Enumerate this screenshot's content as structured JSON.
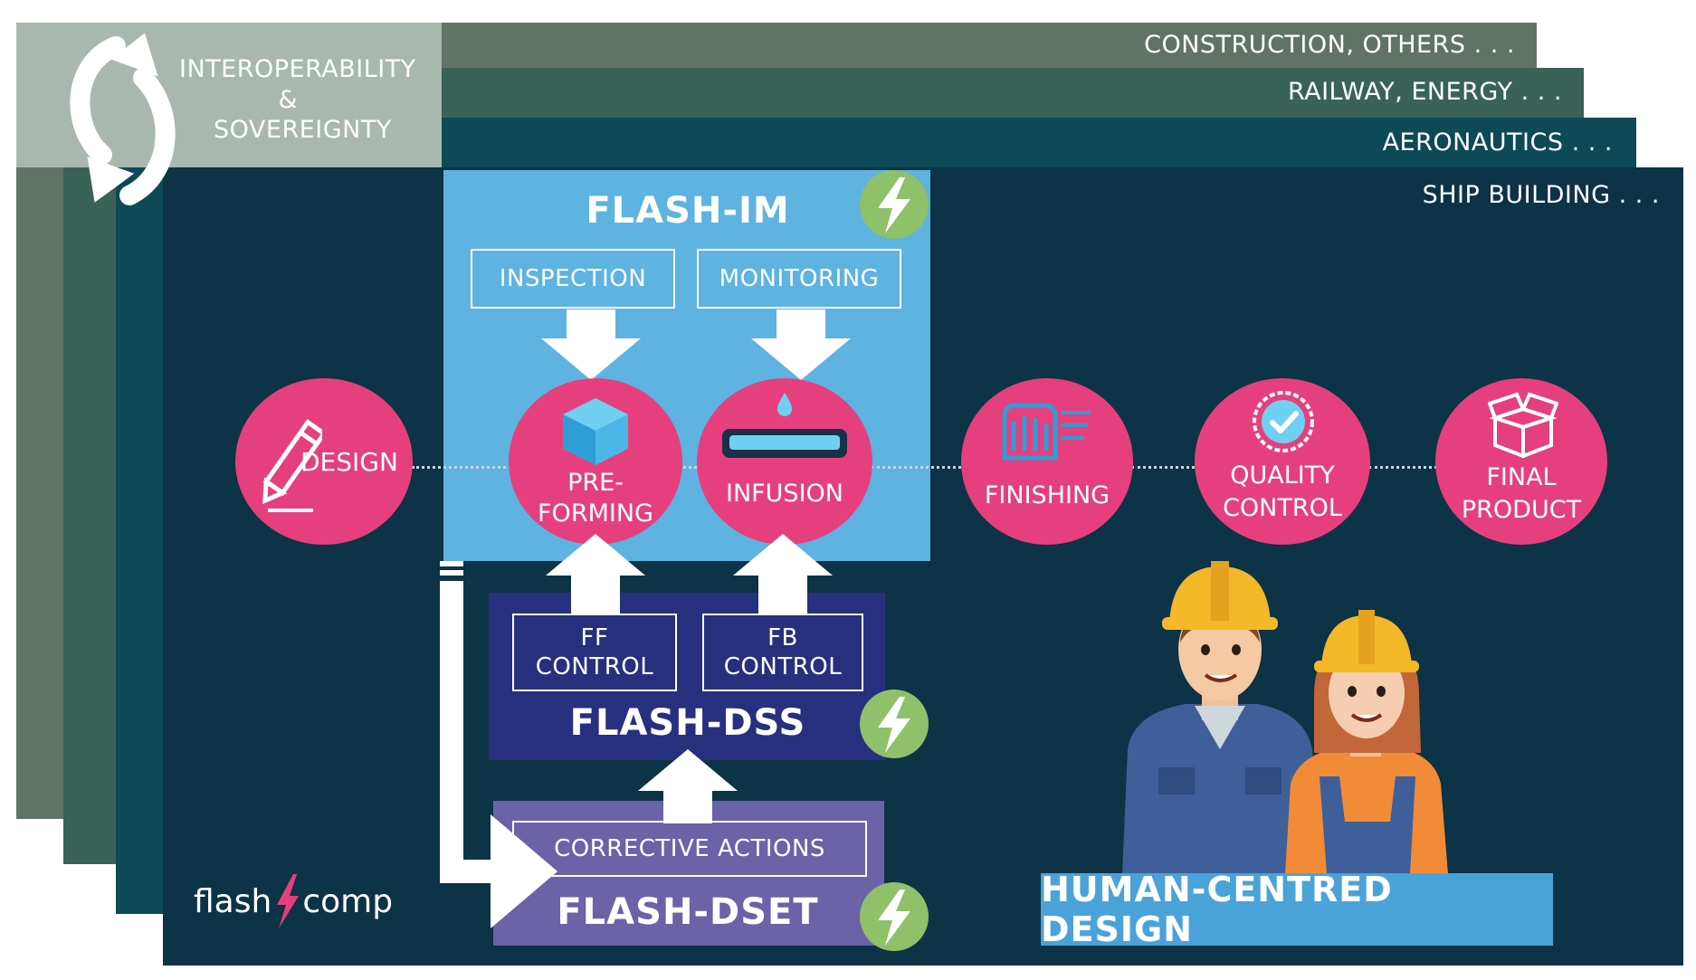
{
  "colors": {
    "layer_construction": "#5f7466",
    "layer_railway": "#3a6358",
    "layer_aeronautics": "#0d4a55",
    "layer_shipbuilding": "#0c3346",
    "interop_box": "#a8b8ae",
    "flash_im": "#5eb3e0",
    "flash_dss": "#27307e",
    "flash_dset": "#6b62a8",
    "pink": "#e5407d",
    "human_centred": "#4aa3d8"
  },
  "sectors": {
    "construction": "CONSTRUCTION, OTHERS . . .",
    "railway": "RAILWAY, ENERGY . . .",
    "aeronautics": "AERONAUTICS . . .",
    "ship_building": "SHIP BUILDING . . ."
  },
  "interoperability": {
    "line1": "INTEROPERABILITY",
    "line2": "&",
    "line3": "SOVEREIGNTY",
    "icon": "cycle-arrows-icon"
  },
  "flash_im": {
    "title": "FLASH-IM",
    "inspection": "INSPECTION",
    "monitoring": "MONITORING"
  },
  "process": {
    "design": "DESIGN",
    "preforming_1": "PRE-",
    "preforming_2": "FORMING",
    "infusion": "INFUSION",
    "finishing": "FINISHING",
    "quality_1": "QUALITY",
    "quality_2": "CONTROL",
    "final_1": "FINAL",
    "final_2": "PRODUCT"
  },
  "flash_dss": {
    "title": "FLASH-DSS",
    "ff_1": "FF",
    "ff_2": "CONTROL",
    "fb_1": "FB",
    "fb_2": "CONTROL"
  },
  "flash_dset": {
    "title": "FLASH-DSET",
    "corrective": "CORRECTIVE ACTIONS"
  },
  "logo": {
    "left": "flash",
    "right": "comp"
  },
  "human_centred": "HUMAN-CENTRED DESIGN"
}
